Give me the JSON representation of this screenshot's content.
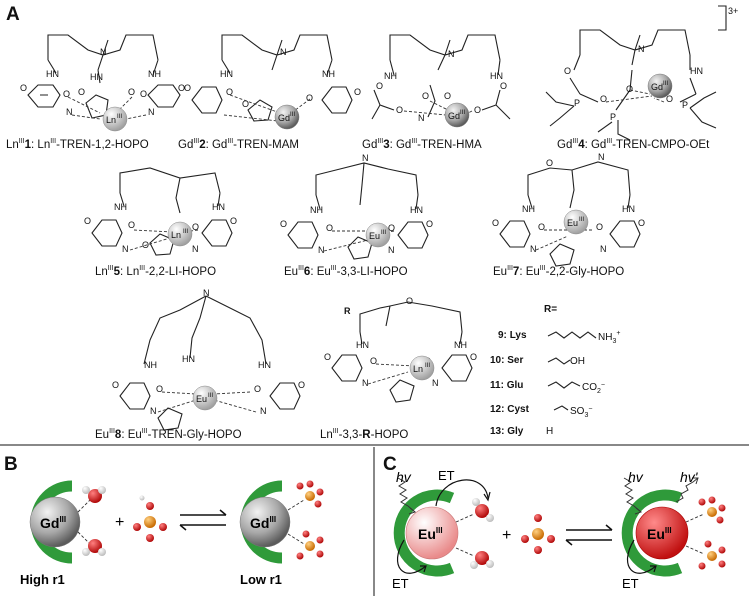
{
  "panels": {
    "a": "A",
    "b": "B",
    "c": "C"
  },
  "charge": "3+",
  "molecules": [
    {
      "caption": "Ln^III1: Ln^III-TREN-1,2-HOPO",
      "metal": "Ln",
      "superscript": "III"
    },
    {
      "caption": "Gd^III2: Gd^III-TREN-MAM",
      "metal": "Gd",
      "superscript": "III"
    },
    {
      "caption": "Gd^III3: Gd^III-TREN-HMA",
      "metal": "Gd",
      "superscript": "III"
    },
    {
      "caption": "Gd^III4: Gd^III-TREN-CMPO-OEt",
      "metal": "Gd",
      "superscript": "III"
    },
    {
      "caption": "Ln^III5: Ln^III-2,2-LI-HOPO",
      "metal": "Ln",
      "superscript": "III"
    },
    {
      "caption": "Eu^III6: Eu^III-3,3-LI-HOPO",
      "metal": "Eu",
      "superscript": "III"
    },
    {
      "caption": "Eu^III7: Eu^III-2,2-Gly-HOPO",
      "metal": "Eu",
      "superscript": "III"
    },
    {
      "caption": "Eu^III8: Eu^III-TREN-Gly-HOPO",
      "metal": "Eu",
      "superscript": "III"
    },
    {
      "caption": "Ln^III-3,3-R-HOPO",
      "metal": "Ln",
      "superscript": "III"
    }
  ],
  "captions": [
    {
      "pre": "Ln",
      "sup": "III",
      "num": "1",
      "post": ": Ln",
      "sup2": "III",
      "tail": "-TREN-1,2-HOPO"
    },
    {
      "pre": "Gd",
      "sup": "III",
      "num": "2",
      "post": ": Gd",
      "sup2": "III",
      "tail": "-TREN-MAM"
    },
    {
      "pre": "Gd",
      "sup": "III",
      "num": "3",
      "post": ": Gd",
      "sup2": "III",
      "tail": "-TREN-HMA"
    },
    {
      "pre": "Gd",
      "sup": "III",
      "num": "4",
      "post": ": Gd",
      "sup2": "III",
      "tail": "-TREN-CMPO-OEt"
    },
    {
      "pre": "Ln",
      "sup": "III",
      "num": "5",
      "post": ": Ln",
      "sup2": "III",
      "tail": "-2,2-LI-HOPO"
    },
    {
      "pre": "Eu",
      "sup": "III",
      "num": "6",
      "post": ": Eu",
      "sup2": "III",
      "tail": "-3,3-LI-HOPO"
    },
    {
      "pre": "Eu",
      "sup": "III",
      "num": "7",
      "post": ": Eu",
      "sup2": "III",
      "tail": "-2,2-Gly-HOPO"
    },
    {
      "pre": "Eu",
      "sup": "III",
      "num": "8",
      "post": ": Eu",
      "sup2": "III",
      "tail": "-TREN-Gly-HOPO"
    },
    {
      "pre": "Ln",
      "sup": "III",
      "num": "",
      "post": "-3,3-",
      "sup2": "",
      "tail": "-HOPO",
      "bold_mid": "R"
    }
  ],
  "r_table": {
    "header": "R=",
    "rows": [
      {
        "num": "9:",
        "name": "Lys",
        "group": "NH3+"
      },
      {
        "num": "10:",
        "name": "Ser",
        "group": "OH"
      },
      {
        "num": "11:",
        "name": "Glu",
        "group": "CO2-"
      },
      {
        "num": "12:",
        "name": "Cyst",
        "group": "SO3-"
      },
      {
        "num": "13:",
        "name": "Gly",
        "group": "H"
      }
    ]
  },
  "panel_b": {
    "left_metal": "Gd",
    "right_metal": "Gd",
    "sup": "III",
    "left_label": "High r1",
    "right_label": "Low r1",
    "plus": "+"
  },
  "panel_c": {
    "metal": "Eu",
    "sup": "III",
    "hv": "hv",
    "hv_prime": "hv'",
    "et": "ET",
    "plus": "+"
  },
  "atoms": {
    "N": "N",
    "O": "O",
    "P": "P",
    "NH": "HN"
  },
  "colors": {
    "gd_sphere": "#8c8c8c",
    "eu_left": "#f2a0a0",
    "eu_right": "#e02222",
    "ring": "#2f9a3a",
    "oxygen": "#d41e1e",
    "phosphorus": "#e08a1a",
    "divider": "#888888"
  }
}
